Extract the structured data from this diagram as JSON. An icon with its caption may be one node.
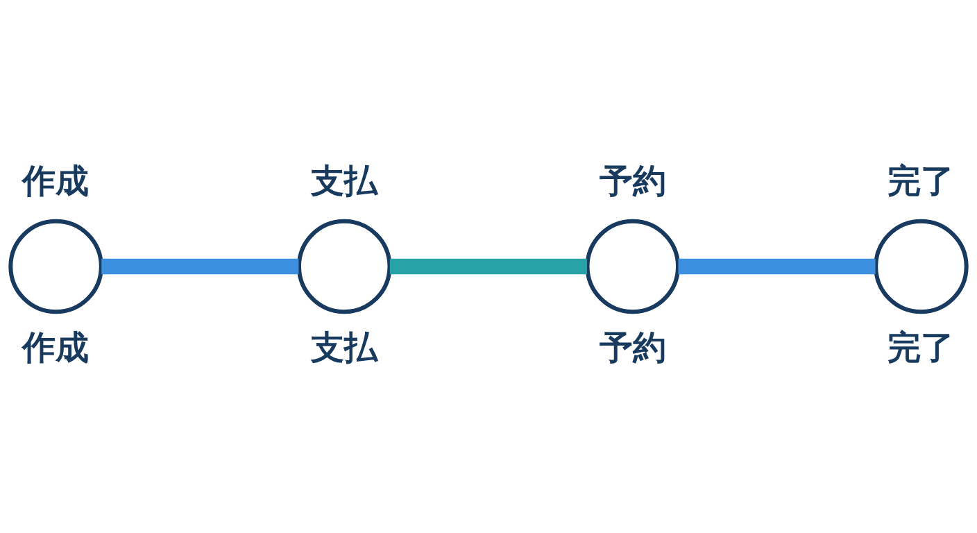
{
  "diagram": {
    "nodes": [
      {
        "text": [
          "作成"
        ],
        "beside": [
          "作成"
        ]
      },
      {
        "text": [
          "支払"
        ],
        "beside": [
          "支払"
        ]
      },
      {
        "text": [
          "予約"
        ],
        "beside": [
          "予約"
        ]
      },
      {
        "text": [
          "完了"
        ],
        "beside": [
          "完了"
        ]
      }
    ],
    "edges": [
      {
        "from": 0,
        "to": 1,
        "arrow": "none"
      },
      {
        "from": 1,
        "to": 2,
        "arrow": "none",
        "color": "#27a3a6"
      },
      {
        "from": 2,
        "to": 3,
        "arrow": "none"
      }
    ]
  }
}
